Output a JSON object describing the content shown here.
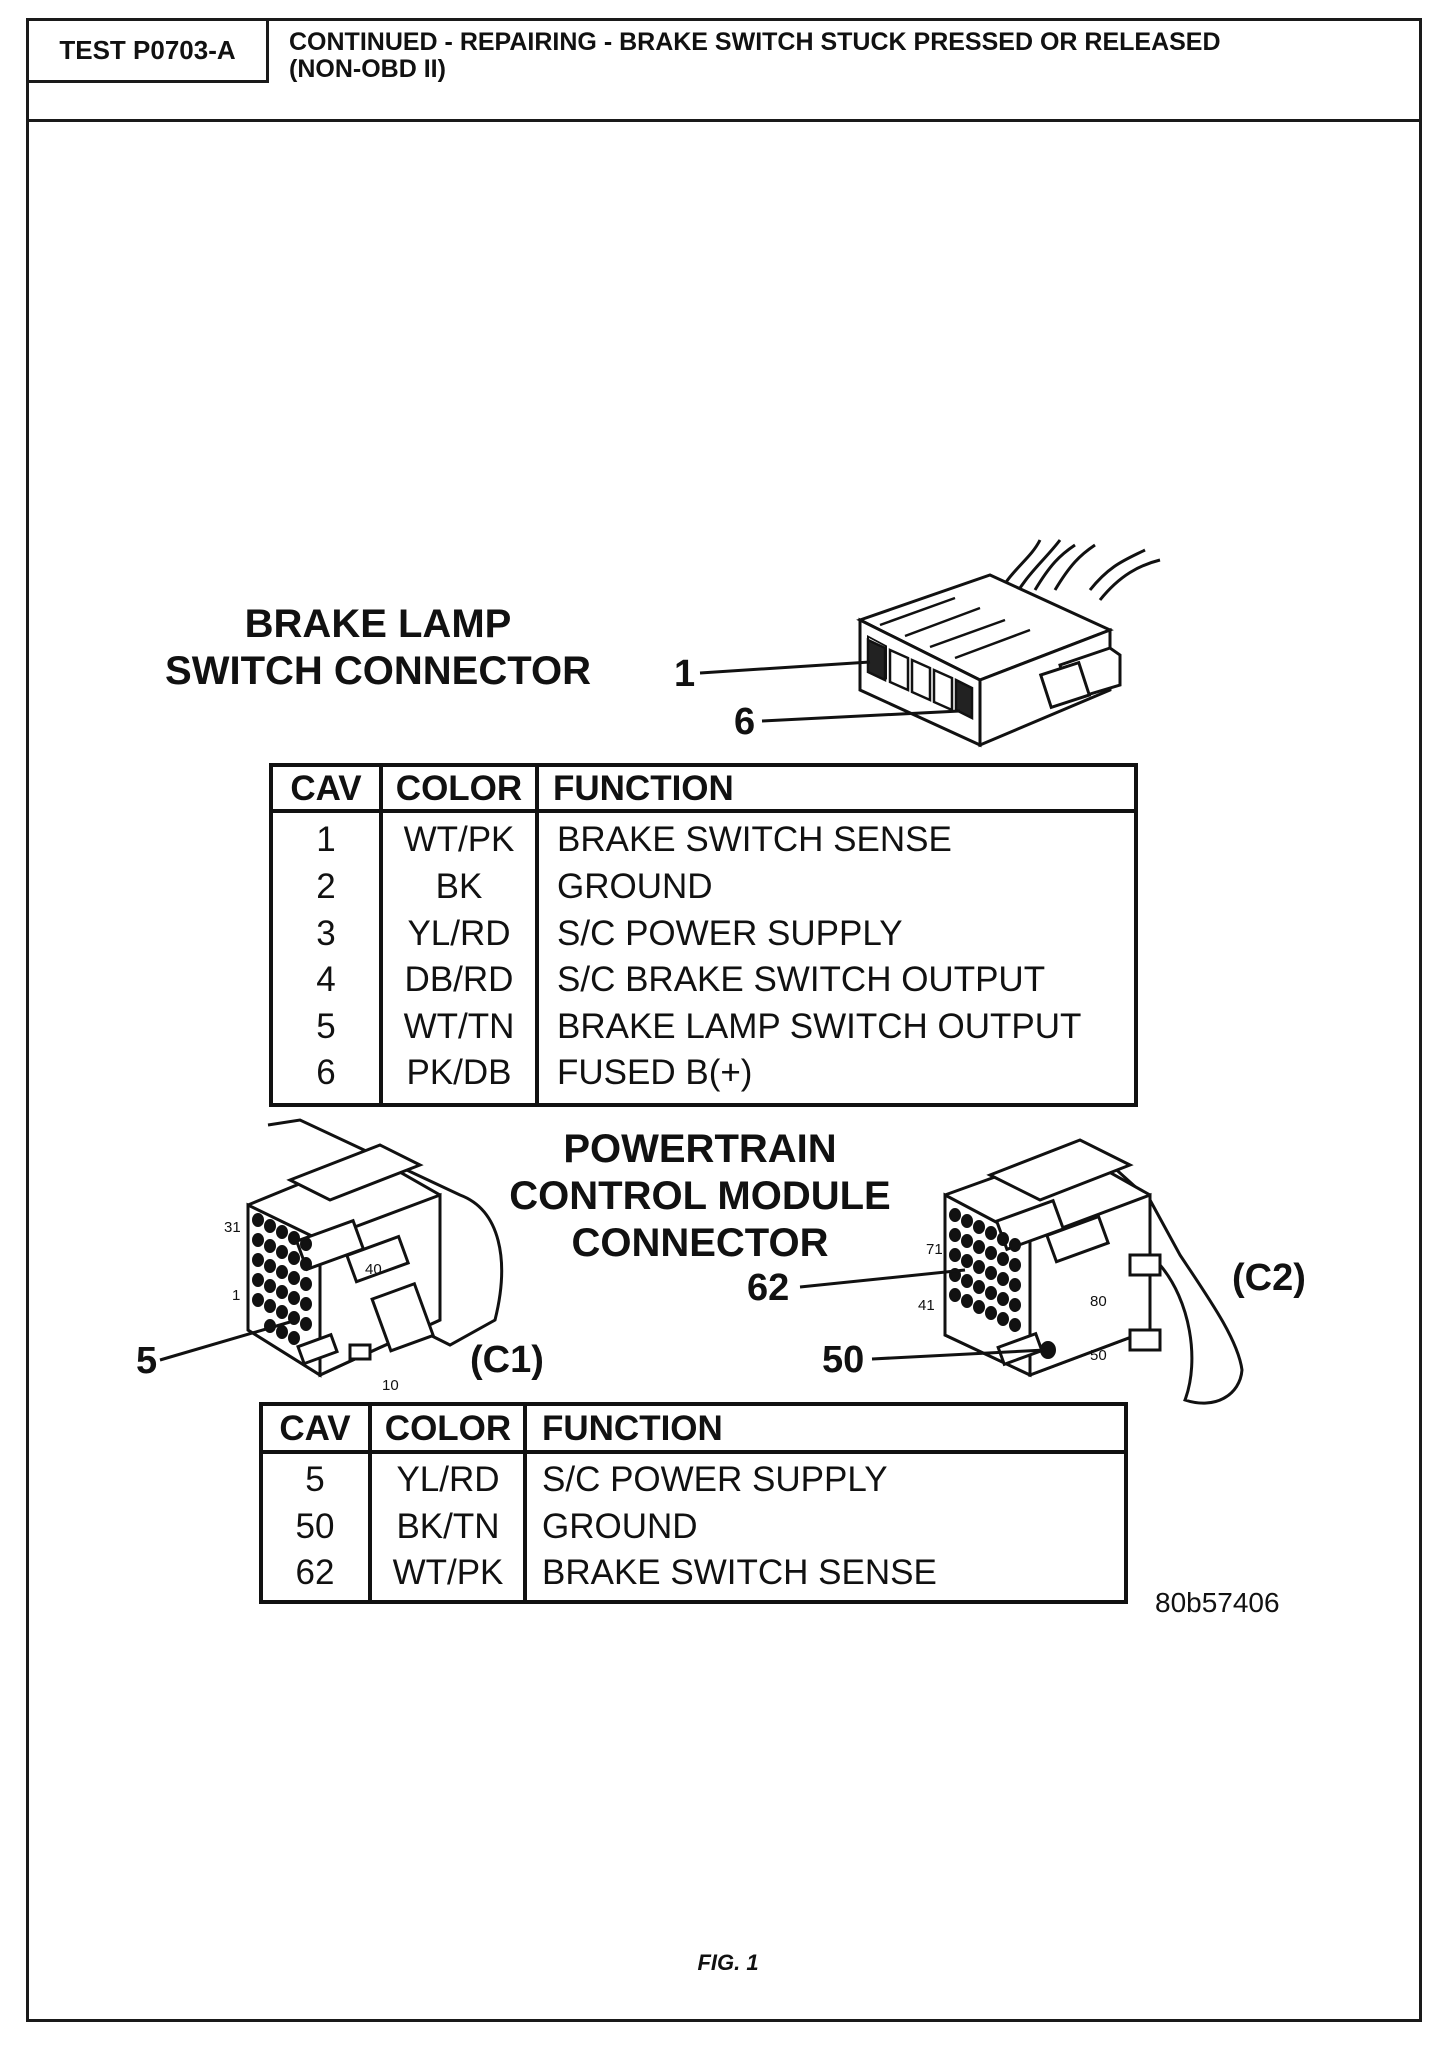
{
  "header": {
    "test_id": "TEST P0703-A",
    "title_line1": "CONTINUED - REPAIRING - BRAKE SWITCH STUCK PRESSED OR RELEASED",
    "title_line2": "(NON-OBD II)"
  },
  "brake_lamp": {
    "title_line1": "BRAKE LAMP",
    "title_line2": "SWITCH CONNECTOR",
    "callout_1": "1",
    "callout_6": "6",
    "columns": [
      "CAV",
      "COLOR",
      "FUNCTION"
    ],
    "rows": [
      {
        "cav": "1",
        "color": "WT/PK",
        "function": "BRAKE SWITCH SENSE"
      },
      {
        "cav": "2",
        "color": "BK",
        "function": "GROUND"
      },
      {
        "cav": "3",
        "color": "YL/RD",
        "function": "S/C POWER SUPPLY"
      },
      {
        "cav": "4",
        "color": "DB/RD",
        "function": "S/C BRAKE SWITCH OUTPUT"
      },
      {
        "cav": "5",
        "color": "WT/TN",
        "function": "BRAKE LAMP SWITCH OUTPUT"
      },
      {
        "cav": "6",
        "color": "PK/DB",
        "function": "FUSED B(+)"
      }
    ]
  },
  "pcm": {
    "title_line1": "POWERTRAIN",
    "title_line2": "CONTROL MODULE",
    "title_line3": "CONNECTOR",
    "c1_label": "(C1)",
    "c2_label": "(C2)",
    "callout_5": "5",
    "callout_62": "62",
    "callout_50": "50",
    "c1_pins": {
      "p31": "31",
      "p40": "40",
      "p1": "1",
      "p10": "10"
    },
    "c2_pins": {
      "p71": "71",
      "p41": "41",
      "p80": "80",
      "p50": "50"
    },
    "columns": [
      "CAV",
      "COLOR",
      "FUNCTION"
    ],
    "rows": [
      {
        "cav": "5",
        "color": "YL/RD",
        "function": "S/C POWER SUPPLY"
      },
      {
        "cav": "50",
        "color": "BK/TN",
        "function": "GROUND"
      },
      {
        "cav": "62",
        "color": "WT/PK",
        "function": "BRAKE SWITCH SENSE"
      }
    ]
  },
  "figure_id": "80b57406",
  "caption": "FIG. 1"
}
